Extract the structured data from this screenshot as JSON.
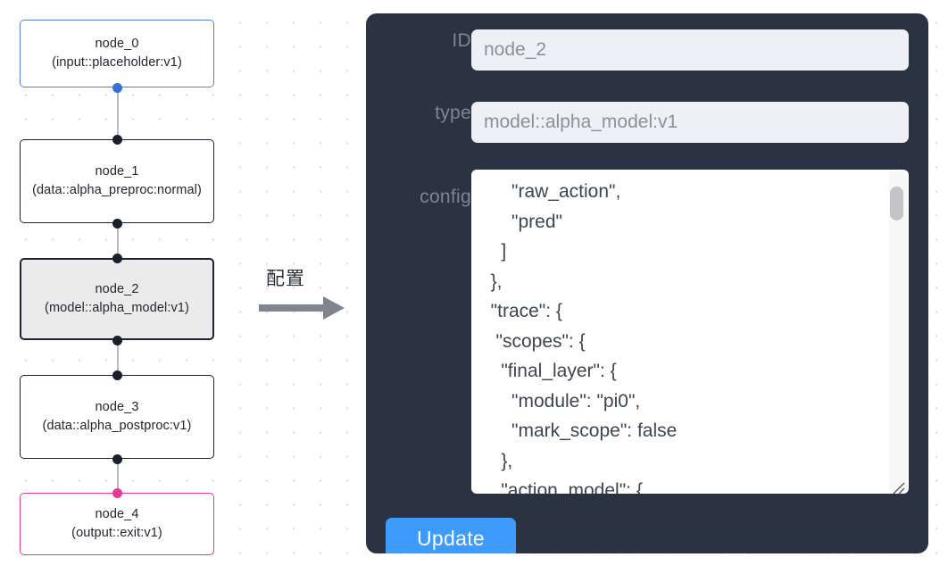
{
  "canvas": {
    "background": "#ffffff",
    "dot_color": "#d7d9de"
  },
  "graph": {
    "nodes": [
      {
        "id": "node_0",
        "title": "node_0",
        "subtitle": "(input::placeholder:v1)",
        "border_color": "#5b7fd0",
        "fill": "#ffffff",
        "selected": false
      },
      {
        "id": "node_1",
        "title": "node_1",
        "subtitle": "(data::alpha_preproc:normal)",
        "border_color": "#1f2430",
        "fill": "#ffffff",
        "selected": false
      },
      {
        "id": "node_2",
        "title": "node_2",
        "subtitle": "(model::alpha_model:v1)",
        "border_color": "#1f2430",
        "fill": "#ebebeb",
        "selected": true
      },
      {
        "id": "node_3",
        "title": "node_3",
        "subtitle": "(data::alpha_postproc:v1)",
        "border_color": "#1f2430",
        "fill": "#ffffff",
        "selected": false
      },
      {
        "id": "node_4",
        "title": "node_4",
        "subtitle": "(output::exit:v1)",
        "border_color": "#e5399a",
        "fill": "#ffffff",
        "selected": false
      }
    ],
    "edge_color": "#b9bcc4",
    "handle_color": "#1a1f2b"
  },
  "arrow": {
    "label": "配置",
    "color": "#7f848e"
  },
  "panel": {
    "background": "#2b3343",
    "fields": {
      "id": {
        "label": "ID",
        "value": "node_2"
      },
      "type": {
        "label": "type",
        "value": "model::alpha_model:v1"
      },
      "config": {
        "label": "config",
        "value": "      \"raw_action\",\n      \"pred\"\n    ]\n  },\n  \"trace\": {\n   \"scopes\": {\n    \"final_layer\": {\n      \"module\": \"pi0\",\n      \"mark_scope\": false\n    },\n    \"action_model\": {"
      }
    },
    "update_button": {
      "label": "Update",
      "color": "#3d9cfb"
    }
  }
}
